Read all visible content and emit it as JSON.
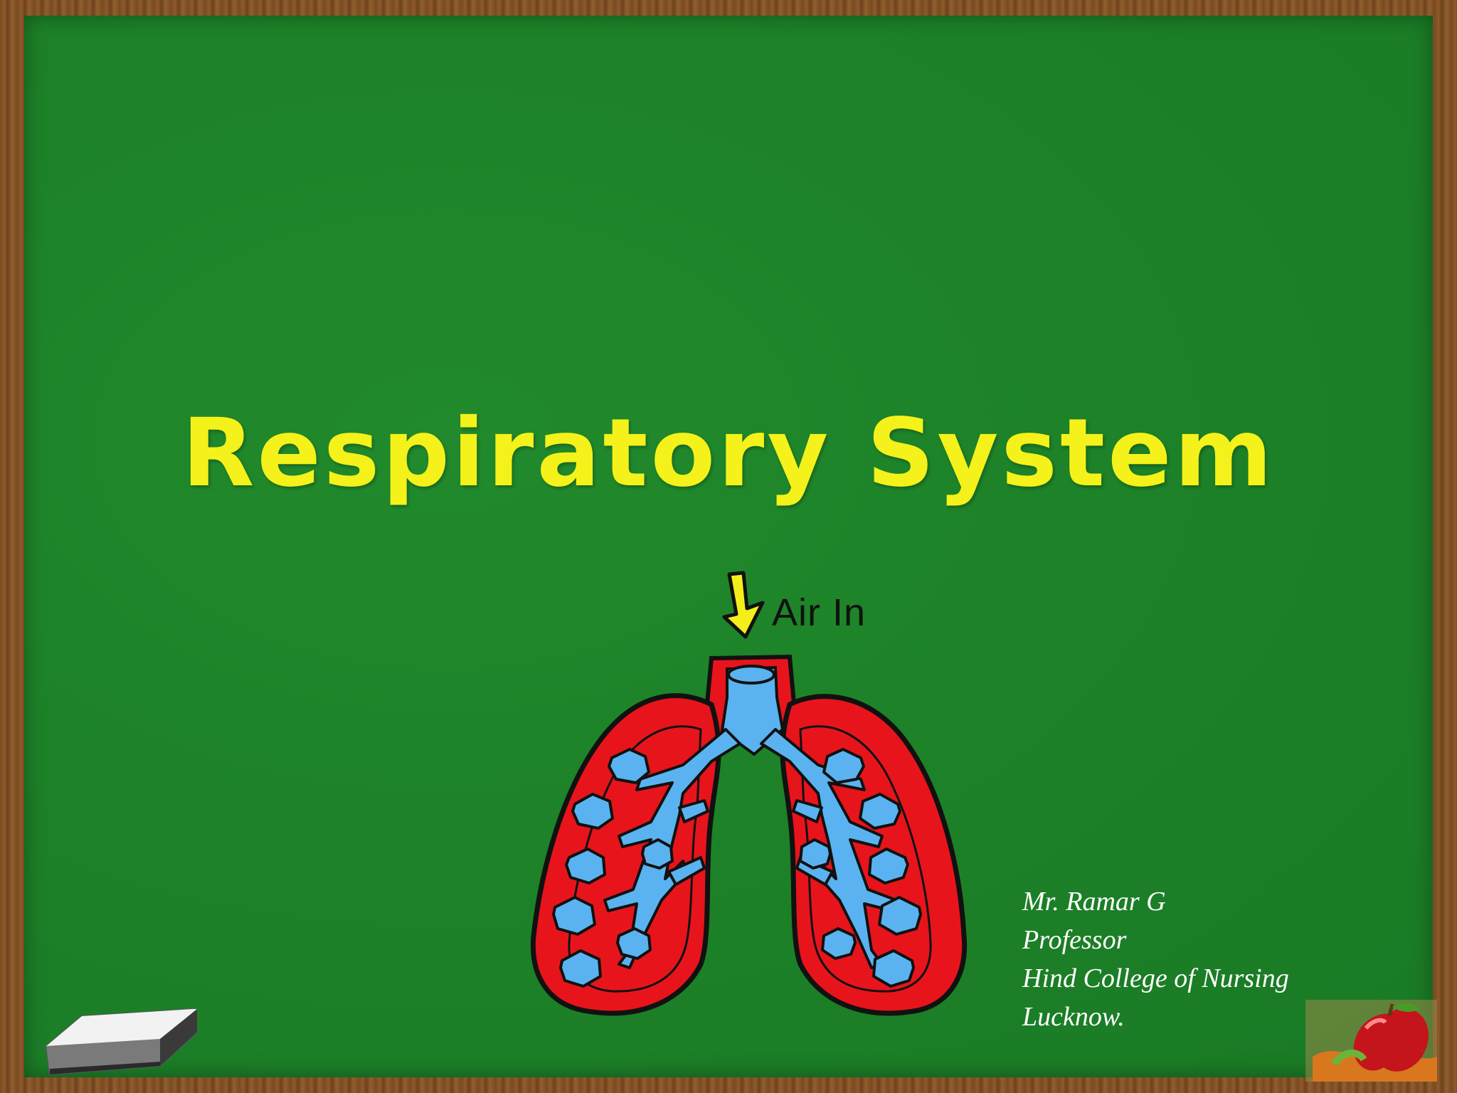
{
  "slide": {
    "title": "Respiratory System",
    "diagram": {
      "arrow_label": "Air In",
      "image": "lungs-illustration"
    },
    "presenter": {
      "name": "Mr. Ramar G",
      "role": "Professor",
      "institution": "Hind College of Nursing",
      "city": "Lucknow."
    },
    "decorations": {
      "eraser": "chalkboard-eraser-icon",
      "apple": "apple-icon"
    },
    "colors": {
      "board": "#1d8228",
      "frame": "#7a4a22",
      "title": "#f4f21a",
      "lung_tissue": "#e8141c",
      "airways": "#5ab3f0"
    }
  }
}
